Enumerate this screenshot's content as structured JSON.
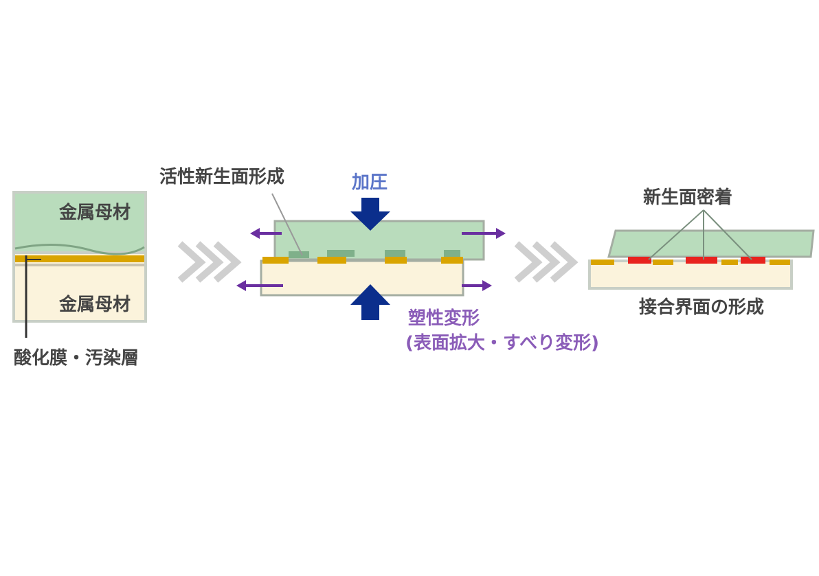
{
  "stage1": {
    "upper_metal": "金属母材",
    "lower_metal": "金属母材",
    "layer_label": "酸化膜・汚染層"
  },
  "stage2": {
    "active_surface_label": "活性新生面形成",
    "pressure_label": "加圧",
    "deformation_label": "塑性変形",
    "deformation_detail": "(表面拡大・すべり変形)"
  },
  "stage3": {
    "contact_label": "新生面密着",
    "interface_label": "接合界面の形成"
  },
  "colors": {
    "metal_top": "#b9dcbc",
    "metal_bottom": "#fbf3dc",
    "oxide": "#d9a400",
    "bond": "#e8231e",
    "pressure": "#0b2e8c",
    "stretch": "#6a2fa0"
  }
}
